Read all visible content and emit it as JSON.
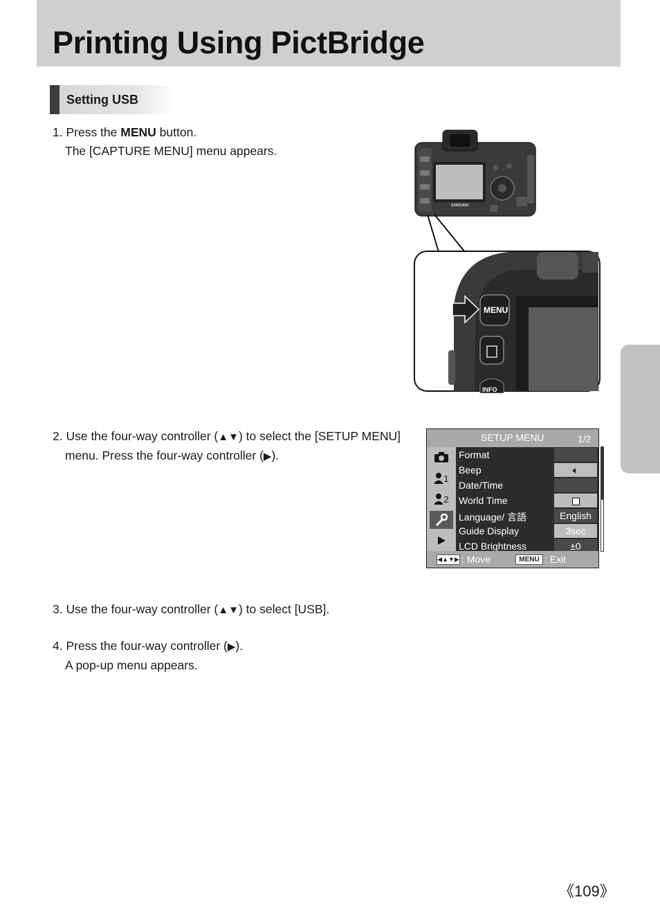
{
  "header": {
    "title": "Printing Using PictBridge"
  },
  "section": {
    "label": "Setting USB"
  },
  "steps": {
    "s1": {
      "prefix": "1. Press the ",
      "bold": "MENU",
      "suffix": " button.",
      "line2": "The [CAPTURE MENU] menu appears."
    },
    "s2": {
      "line1_a": "2. Use the four-way controller (",
      "line1_b": "▲▼",
      "line1_c": ") to select the [SETUP MENU]",
      "line2_a": "menu. Press the four-way controller (",
      "line2_b": "▶",
      "line2_c": ")."
    },
    "s3": {
      "a": "3. Use the four-way controller (",
      "b": "▲▼",
      "c": ") to select [USB]."
    },
    "s4": {
      "a": "4. Press the four-way controller (",
      "b": "▶",
      "c": ").",
      "line2": "A pop-up menu appears."
    }
  },
  "camera": {
    "brand": "SAMSUNG",
    "menu_button": "MENU",
    "info_button": "INFO"
  },
  "setup_menu": {
    "title": "SETUP MENU",
    "page": "1/2",
    "categories": [
      {
        "icon": "camera-icon",
        "label": ""
      },
      {
        "icon": "user-icon",
        "label": "1"
      },
      {
        "icon": "user-icon",
        "label": "2"
      },
      {
        "icon": "wrench-icon",
        "label": ""
      },
      {
        "icon": "play-icon",
        "label": ""
      }
    ],
    "rows": [
      {
        "label": "Format",
        "value": ""
      },
      {
        "label": "Beep",
        "value": ""
      },
      {
        "label": "Date/Time",
        "value": ""
      },
      {
        "label": "World Time",
        "value": ""
      },
      {
        "label": "Language/ 言語",
        "value": "English"
      },
      {
        "label": "Guide Display",
        "value": "3sec"
      },
      {
        "label": "LCD Brightness",
        "value": "±0"
      }
    ],
    "footer": {
      "move_label": ": Move",
      "menu_key": "MENU",
      "exit_label": ": Exit"
    }
  },
  "page_number": "《109》"
}
